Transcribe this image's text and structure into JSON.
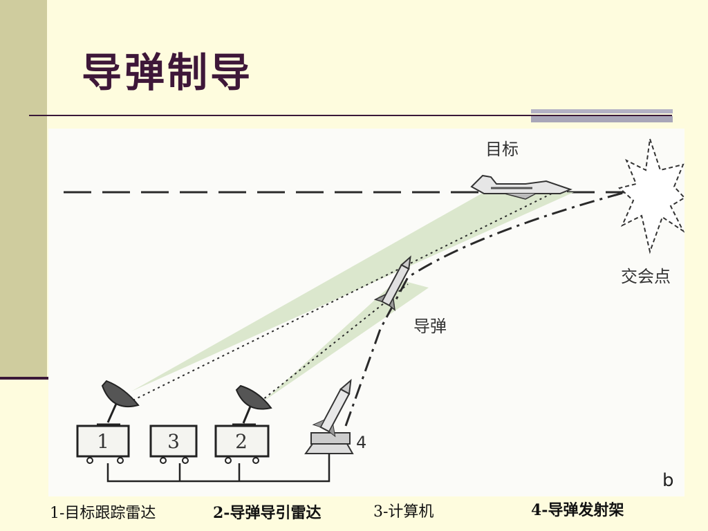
{
  "slide": {
    "title": "导弹制导"
  },
  "diagram": {
    "labels": {
      "target": "目标",
      "missile": "导弹",
      "intercept_point": "交会点",
      "panel_letter": "b",
      "launcher_number": "4"
    },
    "units": [
      {
        "number": "1"
      },
      {
        "number": "3"
      },
      {
        "number": "2"
      }
    ],
    "colors": {
      "beam": "#d7e4c8",
      "line": "#2a2a2a"
    }
  },
  "legend": {
    "item1": "1-目标跟踪雷达",
    "item2": "2-导弹导引雷达",
    "item3": "3-计算机",
    "item4": "4-导弹发射架"
  }
}
